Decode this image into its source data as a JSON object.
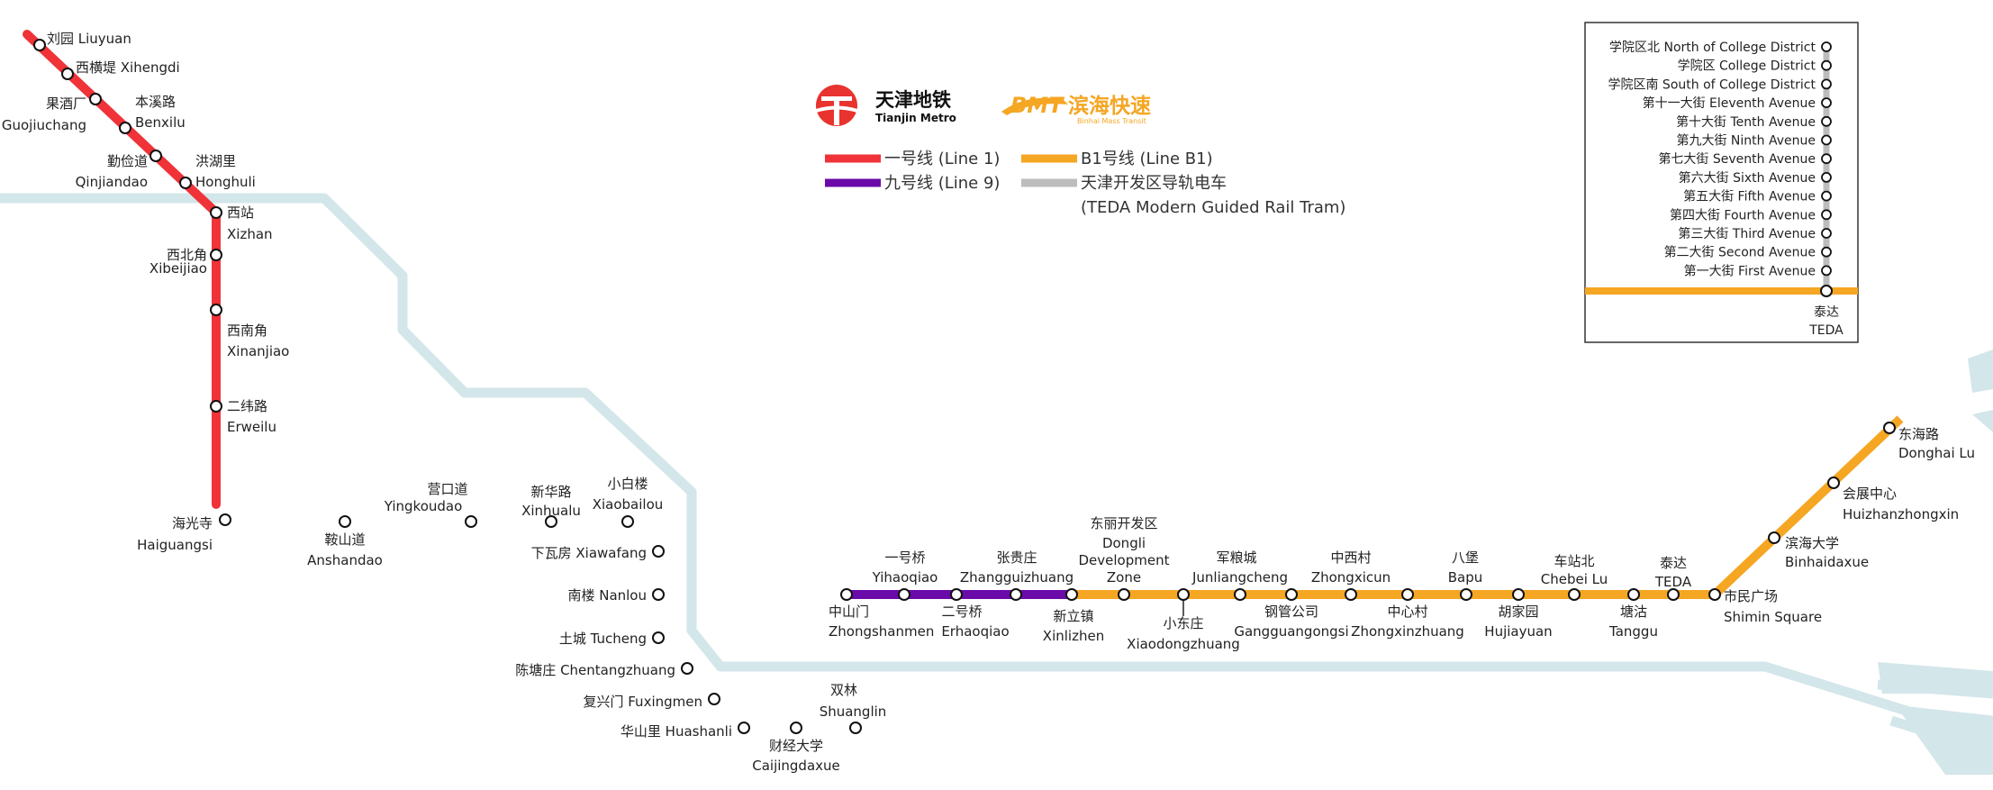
{
  "brand": {
    "metro_cn": "天津地铁",
    "metro_en": "Tianjin Metro",
    "bmt_mark": "BMT",
    "bmt_cn": "滨海快速",
    "bmt_en": "Binhai Mass Transit"
  },
  "colors": {
    "line1": "#ef3338",
    "line9": "#6a0aa8",
    "lineB1": "#f5a623",
    "tram": "#bdbdbd",
    "river": "#d3e6ea"
  },
  "legend": {
    "line1": "一号线 (Line 1)",
    "line9": "九号线 (Line 9)",
    "lineB1": "B1号线 (Line B1)",
    "tram_1": "天津开发区导轨电车",
    "tram_2": "(TEDA Modern Guided Rail Tram)"
  },
  "stations": [
    {
      "id": "liuyuan",
      "lines": [
        "line1"
      ],
      "label": [
        "刘园 Liuyuan"
      ]
    },
    {
      "id": "xihengdi",
      "lines": [
        "line1"
      ],
      "label": [
        "西横堤 Xihengdi"
      ]
    },
    {
      "id": "guojiuchang",
      "lines": [
        "line1"
      ],
      "label": [
        "果酒厂",
        "Guojiuchang"
      ]
    },
    {
      "id": "benxilu",
      "lines": [
        "line1"
      ],
      "label": [
        "本溪路",
        "Benxilu"
      ]
    },
    {
      "id": "qinjiandao",
      "lines": [
        "line1"
      ],
      "label": [
        "勤俭道",
        "Qinjiandao"
      ]
    },
    {
      "id": "honghuli",
      "lines": [
        "line1"
      ],
      "label": [
        "洪湖里",
        "Honghuli"
      ]
    },
    {
      "id": "xizhan",
      "lines": [
        "line1"
      ],
      "label": [
        "西站",
        "Xizhan"
      ]
    },
    {
      "id": "xibeijiao",
      "lines": [
        "line1"
      ],
      "label": [
        "西北角",
        "Xibeijiao"
      ]
    },
    {
      "id": "xinanjiao",
      "lines": [
        "line1"
      ],
      "label": [
        "西南角",
        "Xinanjiao"
      ]
    },
    {
      "id": "erweilu",
      "lines": [
        "line1"
      ],
      "label": [
        "二纬路",
        "Erweilu"
      ]
    },
    {
      "id": "haiguangsi",
      "lines": [
        "line1"
      ],
      "label": [
        "海光寺",
        "Haiguangsi"
      ]
    },
    {
      "id": "anshandao",
      "lines": [
        "line1"
      ],
      "label": [
        "鞍山道",
        "Anshandao"
      ]
    },
    {
      "id": "yingkoudao",
      "lines": [
        "line1"
      ],
      "label": [
        "营口道",
        "Yingkoudao"
      ]
    },
    {
      "id": "xinhualu",
      "lines": [
        "line1"
      ],
      "label": [
        "新华路",
        "Xinhualu"
      ]
    },
    {
      "id": "xiaobailou",
      "lines": [
        "line1"
      ],
      "label": [
        "小白楼",
        "Xiaobailou"
      ]
    },
    {
      "id": "xiawafang",
      "lines": [
        "line1"
      ],
      "label": [
        "下瓦房 Xiawafang"
      ]
    },
    {
      "id": "nanlou",
      "lines": [
        "line1"
      ],
      "label": [
        "南楼 Nanlou"
      ]
    },
    {
      "id": "tucheng",
      "lines": [
        "line1"
      ],
      "label": [
        "土城 Tucheng"
      ]
    },
    {
      "id": "chentangzhuang",
      "lines": [
        "line1"
      ],
      "label": [
        "陈塘庄 Chentangzhuang"
      ]
    },
    {
      "id": "fuxingmen",
      "lines": [
        "line1"
      ],
      "label": [
        "复兴门 Fuxingmen"
      ]
    },
    {
      "id": "huashanli",
      "lines": [
        "line1"
      ],
      "label": [
        "华山里 Huashanli"
      ]
    },
    {
      "id": "caijingdaxue",
      "lines": [
        "line1"
      ],
      "label": [
        "财经大学",
        "Caijingdaxue"
      ]
    },
    {
      "id": "shuanglin",
      "lines": [
        "line1"
      ],
      "label": [
        "双林",
        "Shuanglin"
      ]
    },
    {
      "id": "zhongshanmen",
      "lines": [
        "line9"
      ],
      "label": [
        "中山门",
        "Zhongshanmen"
      ]
    },
    {
      "id": "yihaoqiao",
      "lines": [
        "line9"
      ],
      "label": [
        "一号桥",
        "Yihaoqiao"
      ]
    },
    {
      "id": "erhaoqiao",
      "lines": [
        "line9"
      ],
      "label": [
        "二号桥",
        "Erhaoqiao"
      ]
    },
    {
      "id": "zhangguizhuang",
      "lines": [
        "line9"
      ],
      "label": [
        "张贵庄",
        "Zhangguizhuang"
      ]
    },
    {
      "id": "xinlizhen",
      "lines": [
        "line9",
        "lineB1"
      ],
      "label": [
        "新立镇",
        "Xinlizhen"
      ]
    },
    {
      "id": "dongli",
      "lines": [
        "lineB1"
      ],
      "label": [
        "东丽开发区",
        "Dongli",
        "Development",
        "Zone"
      ]
    },
    {
      "id": "xiaodongzhuang",
      "lines": [
        "lineB1"
      ],
      "label": [
        "小东庄",
        "Xiaodongzhuang"
      ]
    },
    {
      "id": "junliangcheng",
      "lines": [
        "lineB1"
      ],
      "label": [
        "军粮城",
        "Junliangcheng"
      ]
    },
    {
      "id": "gangguangongsi",
      "lines": [
        "lineB1"
      ],
      "label": [
        "钢管公司",
        "Gangguangongsi"
      ]
    },
    {
      "id": "zhongxicun",
      "lines": [
        "lineB1"
      ],
      "label": [
        "中西村",
        "Zhongxicun"
      ]
    },
    {
      "id": "zhongxinzhuang",
      "lines": [
        "lineB1"
      ],
      "label": [
        "中心村",
        "Zhongxinzhuang"
      ]
    },
    {
      "id": "bapu",
      "lines": [
        "lineB1"
      ],
      "label": [
        "八堡",
        "Bapu"
      ]
    },
    {
      "id": "hujiayuan",
      "lines": [
        "lineB1"
      ],
      "label": [
        "胡家园",
        "Hujiayuan"
      ]
    },
    {
      "id": "chebeilu",
      "lines": [
        "lineB1"
      ],
      "label": [
        "车站北",
        "Chebei Lu"
      ]
    },
    {
      "id": "tanggu",
      "lines": [
        "lineB1"
      ],
      "label": [
        "塘沽",
        "Tanggu"
      ]
    },
    {
      "id": "teda",
      "lines": [
        "lineB1"
      ],
      "label": [
        "泰达",
        "TEDA"
      ]
    },
    {
      "id": "shimin",
      "lines": [
        "lineB1"
      ],
      "label": [
        "市民广场",
        "Shimin Square"
      ]
    },
    {
      "id": "binhaidaxue",
      "lines": [
        "lineB1"
      ],
      "label": [
        "滨海大学",
        "Binhaidaxue"
      ]
    },
    {
      "id": "huizhan",
      "lines": [
        "lineB1"
      ],
      "label": [
        "会展中心",
        "Huizhanzhongxin"
      ]
    },
    {
      "id": "donghailu",
      "lines": [
        "lineB1"
      ],
      "label": [
        "东海路",
        "Donghai Lu"
      ]
    }
  ],
  "inset": {
    "tram_stations": [
      "学院区北 North of College District",
      "学院区 College District",
      "学院区南 South of College District",
      "第十一大街 Eleventh Avenue",
      "第十大街 Tenth Avenue",
      "第九大街 Ninth Avenue",
      "第七大街 Seventh Avenue",
      "第六大街 Sixth Avenue",
      "第五大街 Fifth Avenue",
      "第四大街 Fourth Avenue",
      "第三大街 Third Avenue",
      "第二大街 Second Avenue",
      "第一大街 First Avenue"
    ],
    "terminus": [
      "泰达",
      "TEDA"
    ]
  }
}
